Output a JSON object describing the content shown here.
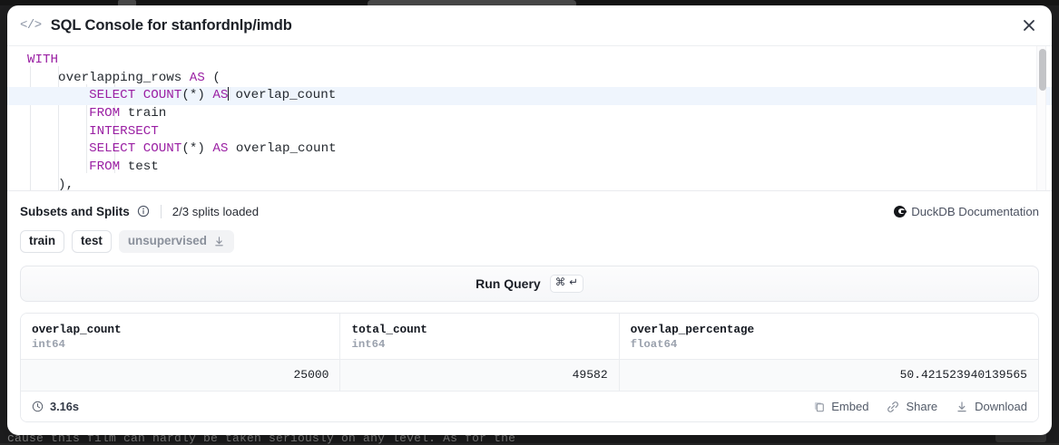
{
  "background": {
    "text": "cause this film can hardly be taken seriously on any level. As for the"
  },
  "modal": {
    "icon": "code-tag-icon",
    "title": "SQL Console for stanfordnlp/imdb",
    "close_icon": "close-icon"
  },
  "editor": {
    "lines": [
      [
        {
          "t": "WITH",
          "c": "kw"
        }
      ],
      [
        {
          "t": "    overlapping_rows ",
          "c": ""
        },
        {
          "t": "AS",
          "c": "kw"
        },
        {
          "t": " (",
          "c": ""
        }
      ],
      [
        {
          "t": "        ",
          "c": ""
        },
        {
          "t": "SELECT",
          "c": "kw"
        },
        {
          "t": " ",
          "c": ""
        },
        {
          "t": "COUNT",
          "c": "kw"
        },
        {
          "t": "(*) ",
          "c": ""
        },
        {
          "t": "AS",
          "c": "kw"
        },
        {
          "t": "|",
          "c": "caret"
        },
        {
          "t": " overlap_count",
          "c": ""
        }
      ],
      [
        {
          "t": "        ",
          "c": ""
        },
        {
          "t": "FROM",
          "c": "kw"
        },
        {
          "t": " train",
          "c": ""
        }
      ],
      [
        {
          "t": "        ",
          "c": ""
        },
        {
          "t": "INTERSECT",
          "c": "kw"
        }
      ],
      [
        {
          "t": "        ",
          "c": ""
        },
        {
          "t": "SELECT",
          "c": "kw"
        },
        {
          "t": " ",
          "c": ""
        },
        {
          "t": "COUNT",
          "c": "kw"
        },
        {
          "t": "(*) ",
          "c": ""
        },
        {
          "t": "AS",
          "c": "kw"
        },
        {
          "t": " overlap_count",
          "c": ""
        }
      ],
      [
        {
          "t": "        ",
          "c": ""
        },
        {
          "t": "FROM",
          "c": "kw"
        },
        {
          "t": " test",
          "c": ""
        }
      ],
      [
        {
          "t": "    ),",
          "c": ""
        }
      ]
    ],
    "active_line_index": 2,
    "scrollbar": "vertical-scrollbar"
  },
  "subsets": {
    "label": "Subsets and Splits",
    "info_icon": "info-icon",
    "splits_loaded": "2/3 splits loaded",
    "duckdb_link": "DuckDB Documentation",
    "chips": [
      {
        "label": "train",
        "muted": false,
        "has_download": false
      },
      {
        "label": "test",
        "muted": false,
        "has_download": false
      },
      {
        "label": "unsupervised",
        "muted": true,
        "has_download": true
      }
    ]
  },
  "run_query": {
    "label": "Run Query",
    "shortcut_cmd": "⌘",
    "shortcut_enter": "↵"
  },
  "results": {
    "columns": [
      {
        "name": "overlap_count",
        "type": "int64"
      },
      {
        "name": "total_count",
        "type": "int64"
      },
      {
        "name": "overlap_percentage",
        "type": "float64"
      }
    ],
    "rows": [
      [
        "25000",
        "49582",
        "50.421523940139565"
      ]
    ]
  },
  "footer": {
    "clock_icon": "clock-icon",
    "timing": "3.16s",
    "actions": [
      {
        "label": "Embed",
        "icon": "copy-icon"
      },
      {
        "label": "Share",
        "icon": "link-icon"
      },
      {
        "label": "Download",
        "icon": "download-icon"
      }
    ]
  },
  "colors": {
    "keyword": "#9a1fa3",
    "active_line": "#eff5fd",
    "accent_text": "#1b1f26"
  }
}
